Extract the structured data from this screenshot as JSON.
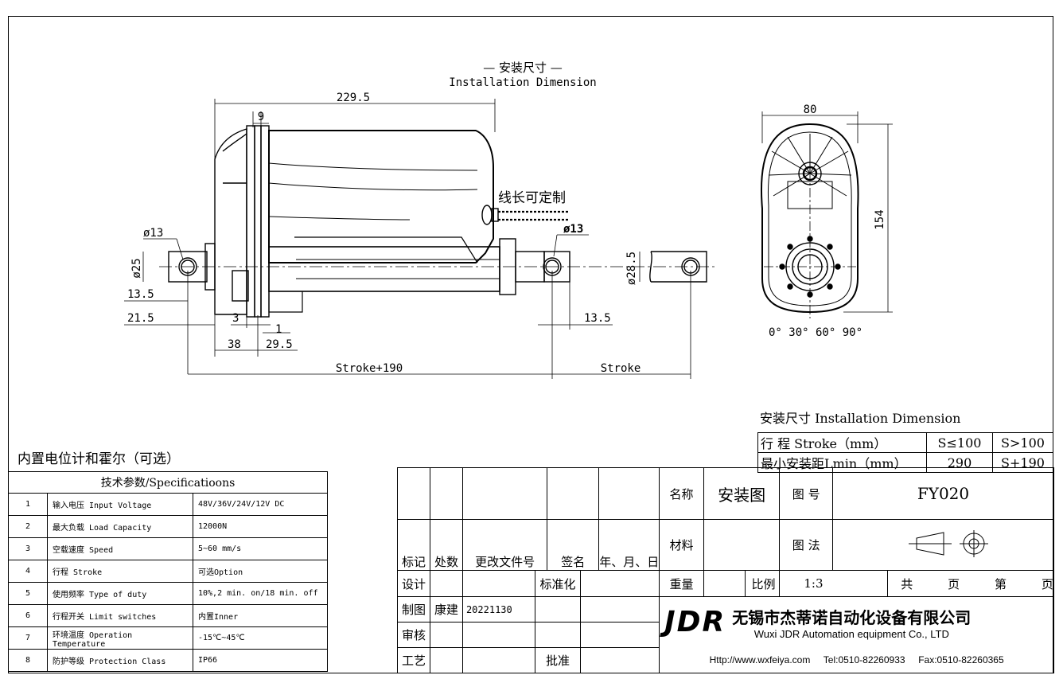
{
  "drawing": {
    "heading_cn": "— 安装尺寸 —",
    "heading_en": "Installation Dimension",
    "dims": {
      "d229": "229.5",
      "d9": "9",
      "d13a": "ø13",
      "d25": "ø25",
      "d135a": "13.5",
      "d215": "21.5",
      "d3": "3",
      "d1": "1",
      "d38": "38",
      "d295": "29.5",
      "stroke190": "Stroke+190",
      "stroke": "Stroke",
      "d135b": "13.5",
      "d13b": "ø13",
      "d285": "ø28.5",
      "d80": "80",
      "d154": "154",
      "angles": "0° 30° 60° 90°"
    },
    "cable_note": "线长可定制"
  },
  "options_note": "内置电位计和霍尔（可选）",
  "spec": {
    "header": "技术参数/Specificatioons",
    "rows": [
      {
        "no": "1",
        "name": "输入电压 Input Voltage",
        "value": "48V/36V/24V/12V DC"
      },
      {
        "no": "2",
        "name": "最大负载 Load Capacity",
        "value": "12000N"
      },
      {
        "no": "3",
        "name": "空载速度 Speed",
        "value": "5~60 mm/s"
      },
      {
        "no": "4",
        "name": "行程    Stroke",
        "value": "可选Option"
      },
      {
        "no": "5",
        "name": "使用频率 Type of duty",
        "value": "10%,2 min. on/18 min. off"
      },
      {
        "no": "6",
        "name": "行程开关 Limit switches",
        "value": "内置Inner"
      },
      {
        "no": "7",
        "name": "环境温度 Operation Temperature",
        "value": "-15℃~45℃"
      },
      {
        "no": "8",
        "name": "防护等级 Protection Class",
        "value": "IP66"
      }
    ]
  },
  "install": {
    "heading": "安装尺寸  Installation Dimension",
    "row1": {
      "label": "行  程 Stroke（mm）",
      "a": "S≤100",
      "b": "S>100"
    },
    "row2": {
      "label": "最小安装距Lmin（mm）",
      "a": "290",
      "b": "S+190"
    }
  },
  "titleblock": {
    "rev_headers": [
      "标记",
      "处数",
      "更改文件号",
      "签名",
      "年、月、日"
    ],
    "design": "设计",
    "standard": "标准化",
    "drawn": "制图",
    "drawn_by": "康建",
    "drawn_date": "20221130",
    "review": "审核",
    "process": "工艺",
    "approve": "批准",
    "name_label": "名称",
    "name_value": "安装图",
    "drawing_no_label": "图 号",
    "drawing_no": "FY020",
    "material_label": "材料",
    "method_label": "图 法",
    "weight_label": "重量",
    "scale_label": "比例",
    "scale_value": "1:3",
    "total_label": "共",
    "page_unit": "页",
    "sheet_label": "第",
    "sheet_unit": "页",
    "logo": "JDR",
    "company_cn": "无锡市杰蒂诺自动化设备有限公司",
    "company_en": "Wuxi JDR  Automation equipment Co., LTD",
    "website": "Http://www.wxfeiya.com",
    "tel": "Tel:0510-82260933",
    "fax": "Fax:0510-82260365"
  }
}
